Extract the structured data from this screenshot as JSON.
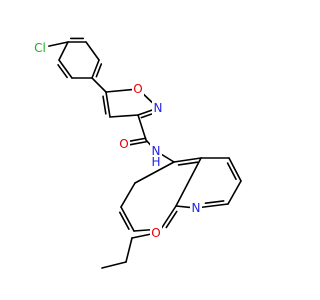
{
  "structure": {
    "colors": {
      "bond": "#000000",
      "carbon": "#000000",
      "N": "#2323e6",
      "O": "#e60000",
      "Cl": "#1fb01f"
    },
    "atom_labels": [
      {
        "id": "cl",
        "text": "Cl",
        "element": "Cl"
      },
      {
        "id": "o-isoxazole",
        "text": "O",
        "element": "O"
      },
      {
        "id": "n-isoxazole",
        "text": "N",
        "element": "N"
      },
      {
        "id": "o-carbonyl",
        "text": "O",
        "element": "O"
      },
      {
        "id": "nh-amide",
        "text": "N",
        "element": "N"
      },
      {
        "id": "h-amide",
        "text": "H",
        "element": "N"
      },
      {
        "id": "n-quinoline",
        "text": "N",
        "element": "N"
      },
      {
        "id": "o-ether",
        "text": "O",
        "element": "O"
      }
    ]
  }
}
